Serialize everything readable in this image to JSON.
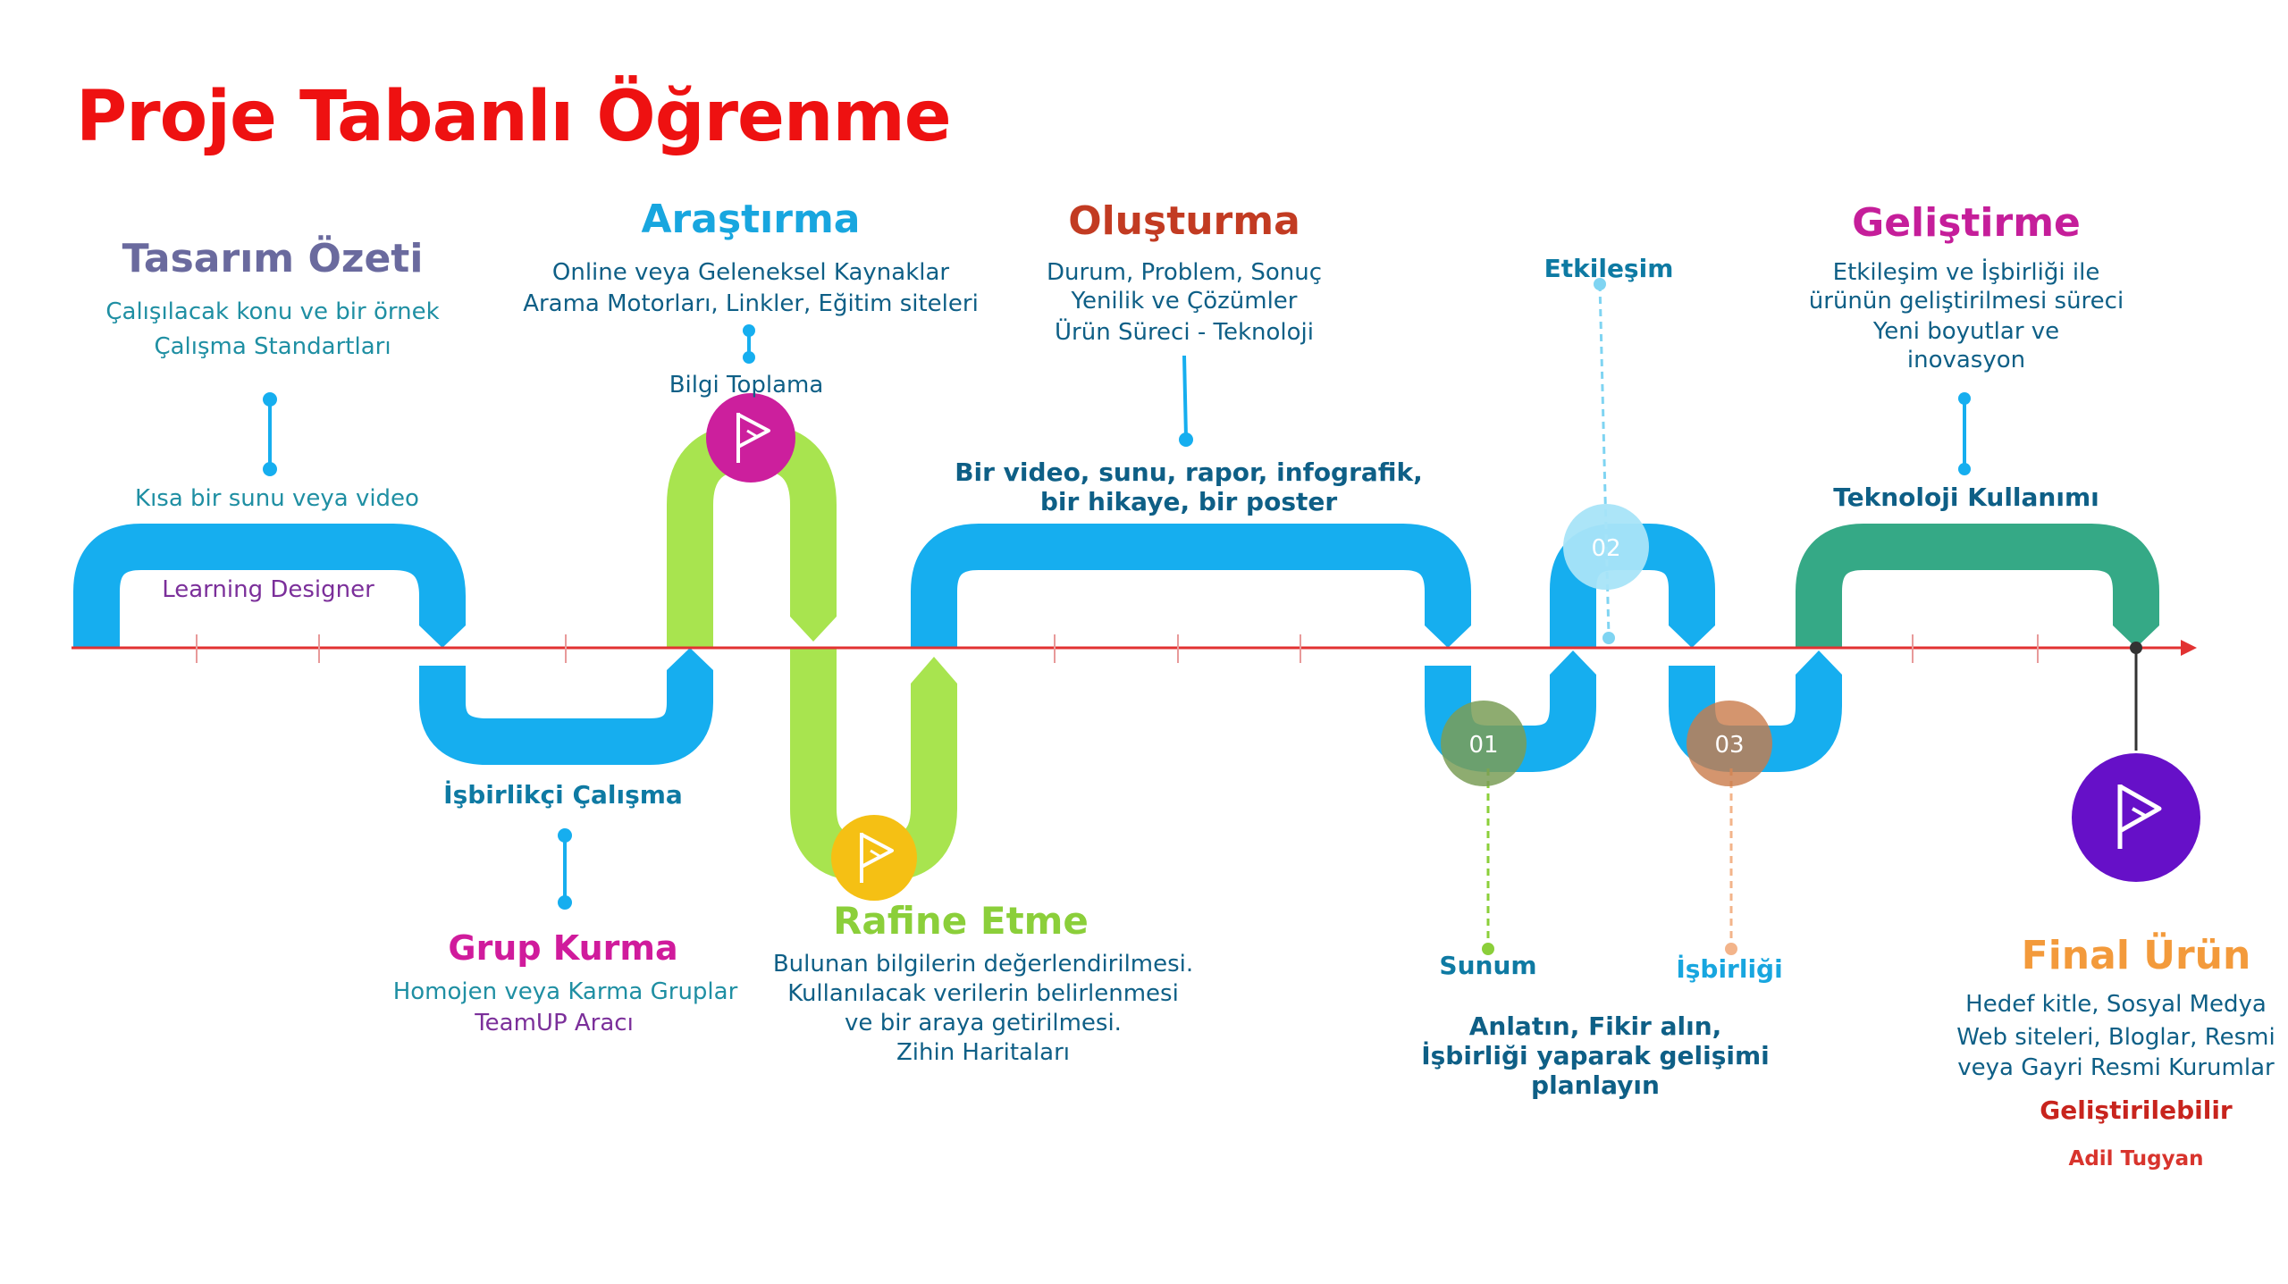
{
  "title": "Proje Tabanlı Öğrenme",
  "colors": {
    "blue": "#16aeef",
    "green": "#a8e44f",
    "teal": "#35a986",
    "axis": "#e23232",
    "darkblue": "#0e5f86",
    "purple": "#6a1fa0",
    "magenta": "#d01b9c"
  },
  "stages": {
    "tasarim": {
      "heading": "Tasarım Özeti",
      "lines": [
        "Çalışılacak konu ve bir örnek",
        "Çalışma Standartları"
      ],
      "connector_label": "Kısa bir sunu veya video",
      "tool": "Learning Designer"
    },
    "isbirlikci": {
      "heading": "İşbirlikçi Çalışma"
    },
    "grup": {
      "heading": "Grup Kurma",
      "lines": [
        "Homojen veya Karma Gruplar"
      ],
      "tool": "TeamUP Aracı"
    },
    "arastirma": {
      "heading": "Araştırma",
      "lines": [
        "Online veya Geleneksel Kaynaklar",
        "Arama Motorları, Linkler, Eğitim siteleri"
      ],
      "connector_label": "Bilgi Toplama",
      "icon": "flag-icon"
    },
    "rafine": {
      "heading": "Rafine Etme",
      "lines": [
        "Bulunan bilgilerin değerlendirilmesi.",
        "Kullanılacak verilerin belirlenmesi",
        "ve bir araya getirilmesi.",
        "Zihin Haritaları"
      ],
      "icon": "flag-icon"
    },
    "olusturma": {
      "heading": "Oluşturma",
      "lines": [
        "Durum, Problem, Sonuç",
        "Yenilik ve Çözümler",
        "Ürün Süreci - Teknoloji"
      ],
      "connector_lines": [
        "Bir video, sunu, rapor, infografik,",
        "bir hikaye, bir poster"
      ]
    },
    "etkilesim": {
      "heading": "Etkileşim",
      "badge": "02"
    },
    "sunum": {
      "heading": "Sunum",
      "badge": "01",
      "lines": [
        "Anlatın, Fikir alın,",
        "İşbirliği yaparak gelişimi",
        "planlayın"
      ]
    },
    "isbirligi": {
      "heading": "İşbirliği",
      "badge": "03"
    },
    "gelistirme": {
      "heading": "Geliştirme",
      "lines": [
        "Etkileşim ve İşbirliği ile",
        "ürünün geliştirilmesi süreci",
        "Yeni boyutlar ve",
        "inovasyon"
      ],
      "connector_label": "Teknoloji Kullanımı"
    },
    "final": {
      "heading": "Final Ürün",
      "lines": [
        "Hedef kitle, Sosyal Medya",
        "Web siteleri, Bloglar, Resmi",
        "veya Gayri Resmi Kurumlar"
      ],
      "note": "Geliştirilebilir",
      "author": "Adil Tugyan",
      "icon": "flag-icon"
    }
  }
}
